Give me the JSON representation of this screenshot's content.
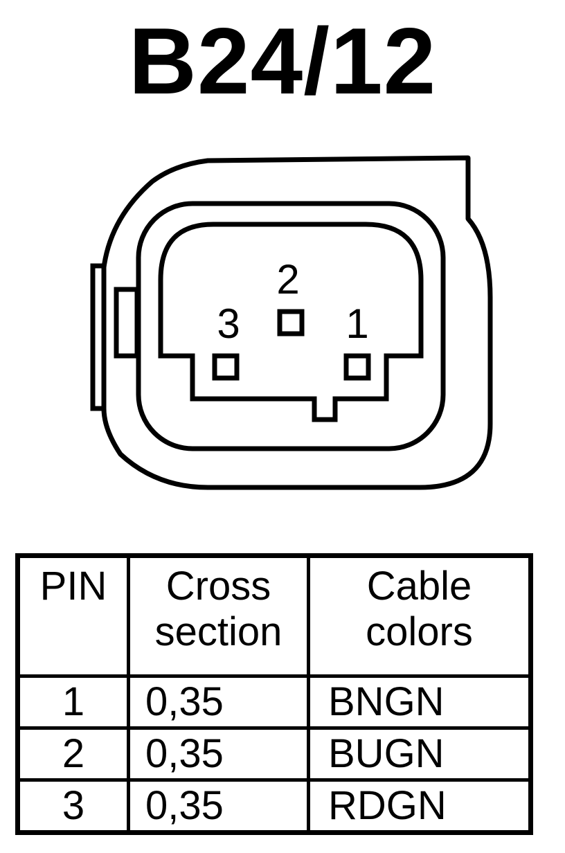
{
  "title": "B24/12",
  "connector": {
    "pin_labels": [
      "1",
      "2",
      "3"
    ]
  },
  "table": {
    "headers": {
      "pin": [
        "PIN"
      ],
      "cross_section": [
        "Cross",
        "section"
      ],
      "cable_colors": [
        "Cable",
        "colors"
      ]
    },
    "rows": [
      {
        "pin": "1",
        "cross_section": "0,35",
        "color": "BNGN"
      },
      {
        "pin": "2",
        "cross_section": "0,35",
        "color": "BUGN"
      },
      {
        "pin": "3",
        "cross_section": "0,35",
        "color": "RDGN"
      }
    ]
  }
}
